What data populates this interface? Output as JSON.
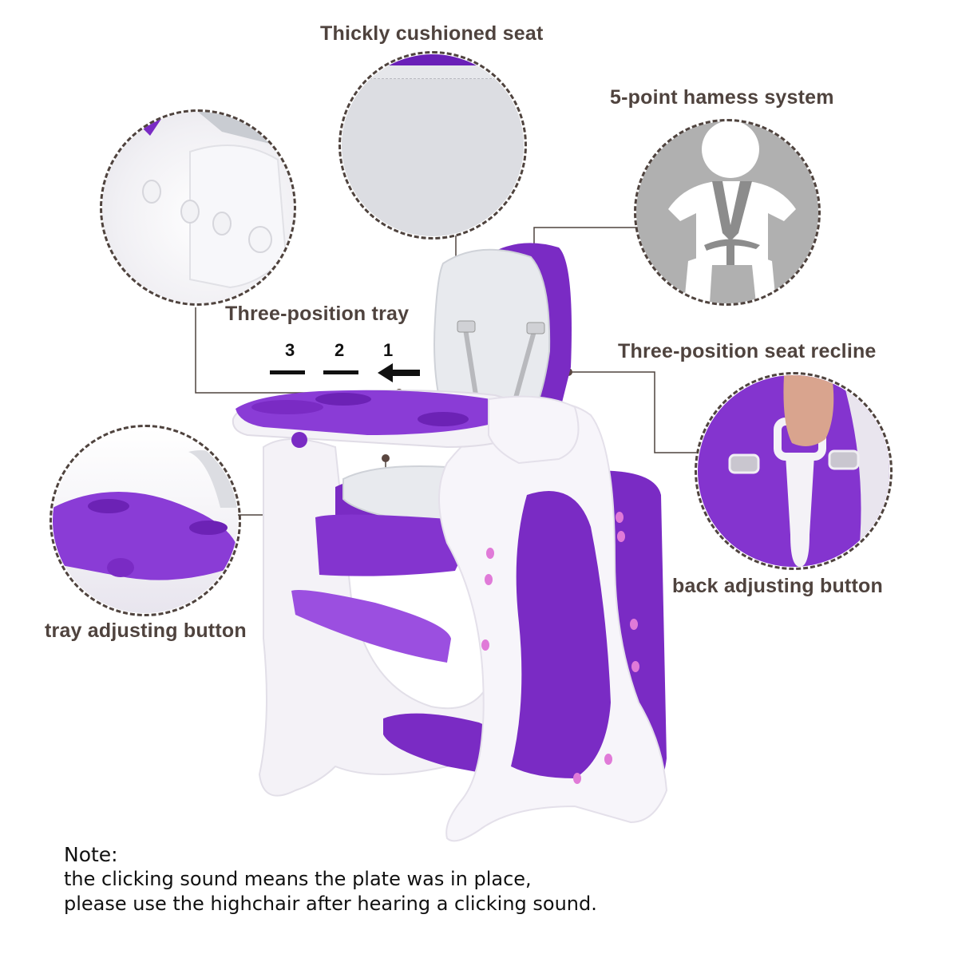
{
  "callouts": {
    "cushioned_seat": "Thickly cushioned seat",
    "harness": "5-point hamess system",
    "tray": "Three-position tray",
    "seat_recline": "Three-position seat recline",
    "back_button": "back adjusting button",
    "tray_button": "tray adjusting button"
  },
  "tray_positions": {
    "labels": [
      "3",
      "2",
      "1"
    ],
    "arrow_icon": "left-arrow-icon"
  },
  "note": {
    "title": "Note:",
    "line1": "the clicking sound means the plate was in place,",
    "line2": "please use the highchair after hearing a clicking sound."
  },
  "colors": {
    "label_text": "#4f433e",
    "purple": "#7a2bc4",
    "purple_light": "#9b4fe0",
    "white_frame": "#f4f2f7",
    "pink_bolt": "#e07ad8",
    "cushion_grey": "#dcdde2",
    "icon_grey": "#b0b0b0"
  }
}
